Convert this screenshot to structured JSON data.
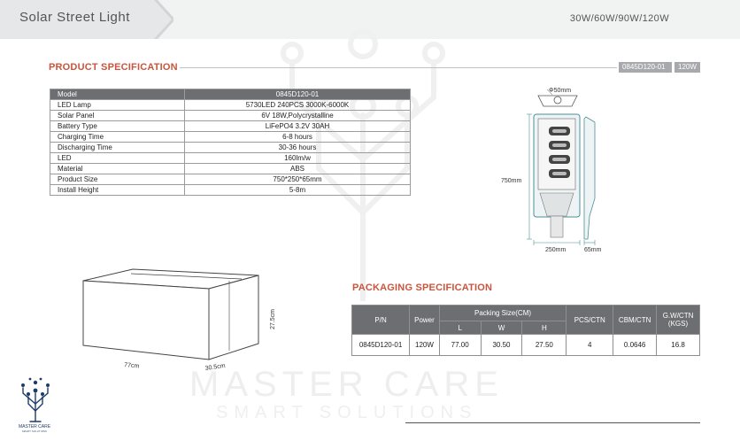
{
  "header": {
    "title": "Solar Street Light",
    "wattage": "30W/60W/90W/120W"
  },
  "spec": {
    "title": "PRODUCT SPECIFICATION",
    "code": "0845D120-01",
    "power": "120W",
    "rows": [
      {
        "k": "Model",
        "v": "0845D120-01"
      },
      {
        "k": "LED Lamp",
        "v": "5730LED 240PCS 3000K-6000K"
      },
      {
        "k": "Solar Panel",
        "v": "6V 18W,Polycrystalline"
      },
      {
        "k": "Battery Type",
        "v": "LiFePO4 3.2V 30AH"
      },
      {
        "k": "Charging Time",
        "v": "6-8 hours"
      },
      {
        "k": "Discharging Time",
        "v": "30-36 hours"
      },
      {
        "k": "LED",
        "v": "160lm/w"
      },
      {
        "k": "Material",
        "v": "ABS"
      },
      {
        "k": "Product Size",
        "v": "750*250*65mm"
      },
      {
        "k": "Install Height",
        "v": "5-8m"
      }
    ]
  },
  "drawing": {
    "pole": "Φ50mm",
    "length": "750mm",
    "width": "250mm",
    "depth": "65mm"
  },
  "carton": {
    "length": "77cm",
    "width": "30.5cm",
    "height": "27.5cm"
  },
  "packaging": {
    "title": "PACKAGING SPECIFICATION",
    "headers": {
      "pn": "P/N",
      "power": "Power",
      "size": "Packing Size(CM)",
      "l": "L",
      "w": "W",
      "h": "H",
      "pcs": "PCS/CTN",
      "cbm": "CBM/CTN",
      "gw": "G.W/CTN (KGS)"
    },
    "row": {
      "pn": "0845D120-01",
      "power": "120W",
      "l": "77.00",
      "w": "30.50",
      "h": "27.50",
      "pcs": "4",
      "cbm": "0.0646",
      "gw": "16.8"
    }
  },
  "watermark": {
    "brand": "MASTER CARE",
    "tagline": "SMART SOLUTIONS"
  },
  "logo": {
    "brand": "MASTER CARE",
    "tagline": "SMART SOLUTIONS"
  },
  "colors": {
    "accent": "#c8553d",
    "table_header": "#6d6e71",
    "logo_blue": "#1e3c68"
  }
}
